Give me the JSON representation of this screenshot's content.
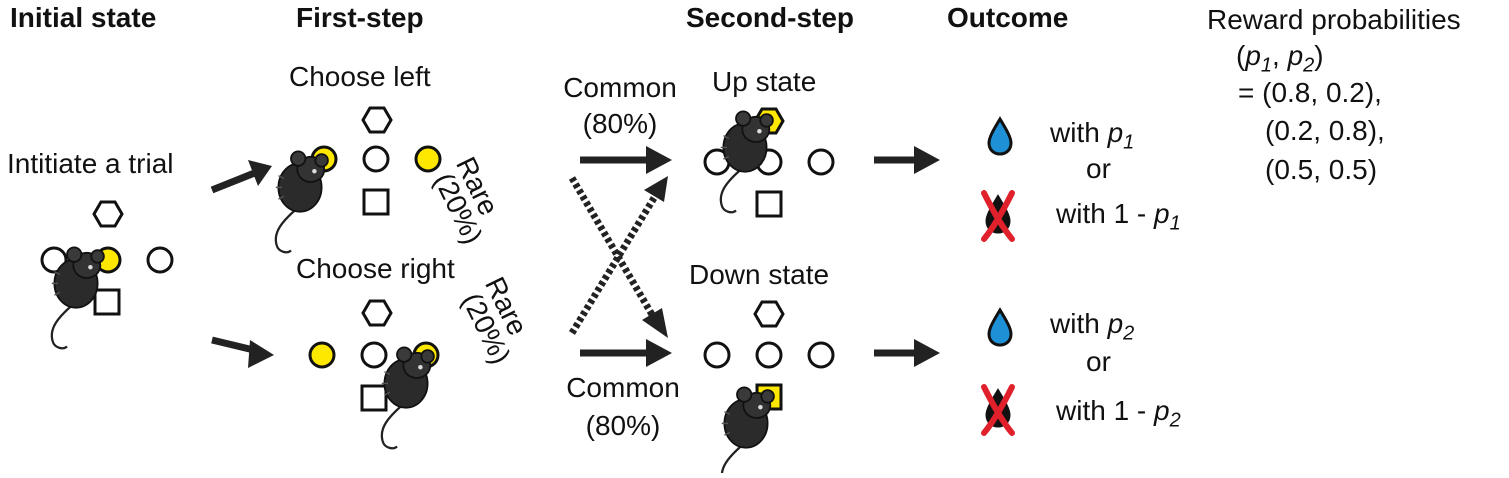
{
  "headers": {
    "initial_state": "Initial state",
    "first_step": "First-step",
    "second_step": "Second-step",
    "outcome": "Outcome"
  },
  "initial": {
    "label": "Intitiate a trial"
  },
  "first_step": {
    "choose_left": "Choose left",
    "choose_right": "Choose right"
  },
  "second_step": {
    "up_state": "Up state",
    "down_state": "Down state"
  },
  "transitions": {
    "common_label": "Common",
    "common_pct": "(80%)",
    "rare_label": "Rare",
    "rare_pct": "(20%)"
  },
  "outcome": {
    "with": "with",
    "or": "or",
    "with_one_minus": "with 1 -",
    "p": "p",
    "sub1": "1",
    "sub2": "2"
  },
  "reward": {
    "title": "Reward probabilities",
    "pair_open": "(",
    "pair_p": "p",
    "pair_sep": ", ",
    "pair_close": ")",
    "equals": "= (0.8, 0.2),",
    "row2": "(0.2, 0.8),",
    "row3": "(0.5, 0.5)"
  },
  "colors": {
    "yellow": "#FFE800",
    "water": "#1E90D6",
    "cross": "#E0202A",
    "mouse": "#2B2B2B"
  }
}
